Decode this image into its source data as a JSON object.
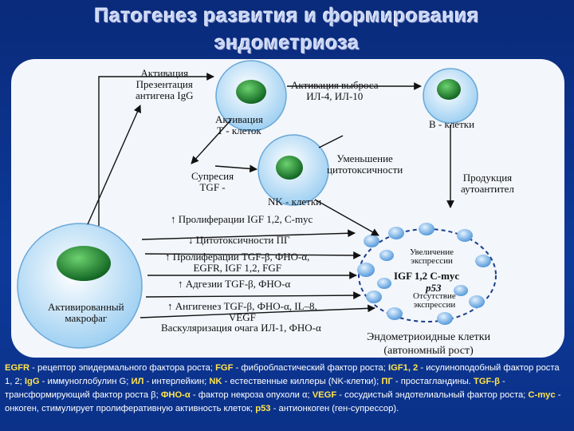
{
  "title": {
    "line1": "Патогенез развития и формирования",
    "line2": "эндометриоза"
  },
  "labels": {
    "antigen": [
      "Активация",
      "Презентация",
      "антигена IgG"
    ],
    "t_activation": [
      "Активация",
      "Т - клеток"
    ],
    "il_release": [
      "Активация выброса",
      "ИЛ-4, ИЛ-10"
    ],
    "b_cells": "В - клетки",
    "suppression": [
      "Супресия",
      "TGF -"
    ],
    "cytotox_decrease": [
      "Уменьшение",
      "цитотоксичности"
    ],
    "nk_cells": "NK - клетки",
    "autoantibody": [
      "Продукция",
      "аутоантител"
    ],
    "prolif_igf": "↑ Пролиферации IGF 1,2, C-myc",
    "cytotox_pg": "↓ Цитотоксичности ПГ",
    "prolif_tgf": [
      "↑ Пролиферации TGF-β,  ФНО-α,",
      "EGFR, IGF 1,2, FGF"
    ],
    "adhesion": "↑ Адгезии TGF-β,  ФНО-α",
    "angiogenesis": [
      "↑ Ангигенез TGF-β,  ФНО-α, IL–8,",
      "VEGF"
    ],
    "vascularization": "Васкуляризация очага ИЛ-1, ФНО-α",
    "macrophage": [
      "Активированный",
      "макрофаг"
    ],
    "expression_up": [
      "Увеличение",
      "экспрессии"
    ],
    "igf_cmyc": "IGF 1,2   C-myc",
    "p53": "p53",
    "expression_absent": [
      "Отсутствие",
      "экспрессии"
    ],
    "endometrioid": [
      "Эндометриоидные клетки",
      "(автономный рост)"
    ]
  },
  "legend": [
    {
      "term": "EGFR",
      "desc": " - рецептор эпидермального фактора роста; "
    },
    {
      "term": "FGF",
      "desc": " - фибробластический фактор роста; "
    },
    {
      "term": "IGF1, 2",
      "desc": " - исулиноподобный фактор роста 1, 2; "
    },
    {
      "term": "IgG",
      "desc": " - иммуноглобулин G; "
    },
    {
      "term": "ИЛ",
      "desc": " - интерлейкин; "
    },
    {
      "term": "NK",
      "desc": " - естественные киллеры (NK-клетки); "
    },
    {
      "term": "ПГ",
      "desc": " - простагландины. "
    },
    {
      "term": "TGF-β",
      "desc": " - трансформирующий фактор роста β; "
    },
    {
      "term": "ФНО-α",
      "desc": " - фактор некроза опухоли α; "
    },
    {
      "term": "VEGF",
      "desc": " - сосудистый эндотелиальный фактор роста; "
    },
    {
      "term": "C-myc",
      "desc": " - онкоген, стимулирует пролиферативную активность клеток; "
    },
    {
      "term": "p53",
      "desc": " - антионкоген (ген-супрессор)."
    }
  ]
}
